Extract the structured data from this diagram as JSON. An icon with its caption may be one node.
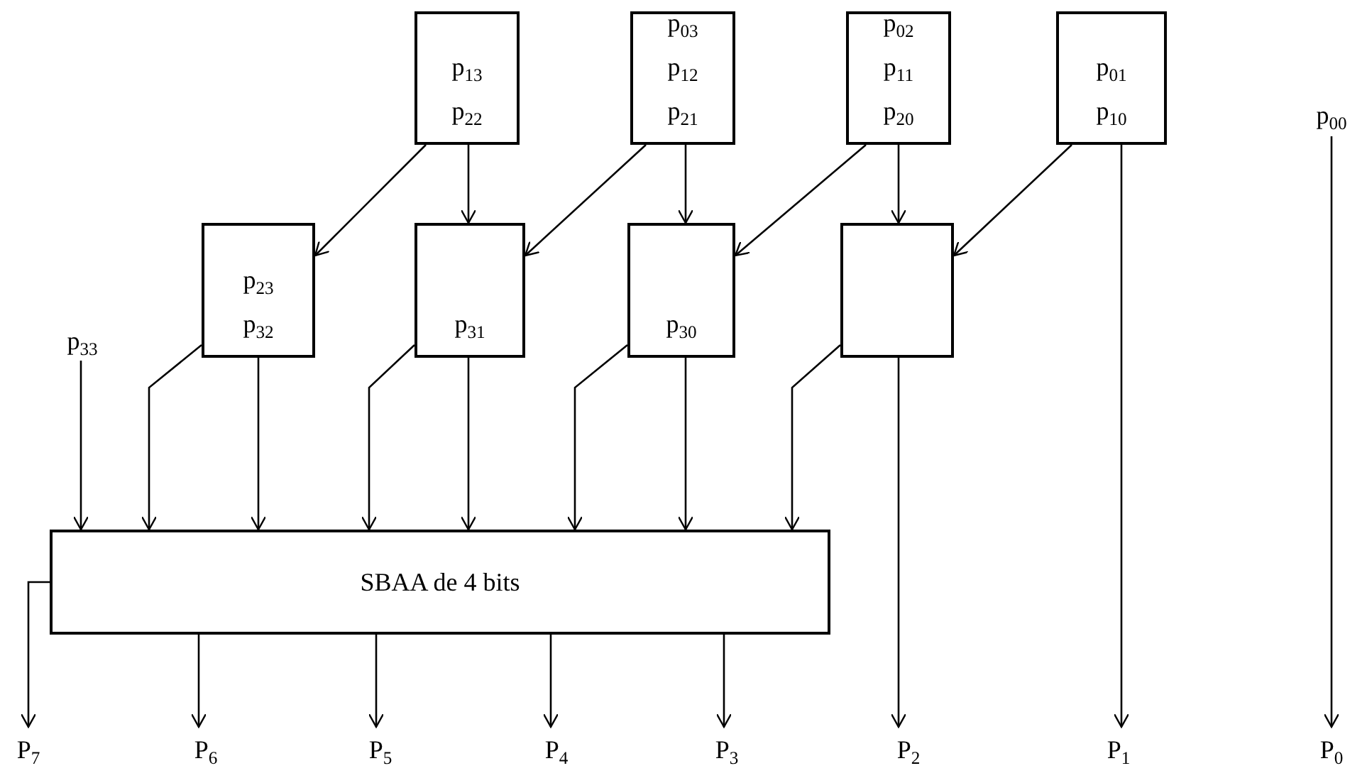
{
  "diagram": {
    "nodes": [
      {
        "text": [
          "p$_{13}$",
          "p$_{22}$"
        ]
      },
      {
        "text": [
          "p$_{03}$",
          "p$_{12}$",
          "p$_{21}$"
        ]
      },
      {
        "text": [
          "p$_{02}$",
          "p$_{11}$",
          "p$_{20}$"
        ]
      },
      {
        "text": [
          "p$_{01}$",
          "p$_{10}$"
        ]
      },
      {
        "text": [
          "p$_{00}$"
        ]
      },
      {
        "text": [
          "p$_{23}$",
          "p$_{32}$"
        ]
      },
      {
        "text": [
          "p$_{31}$"
        ]
      },
      {
        "text": [
          "p$_{30}$"
        ]
      },
      {
        "text": [],
        "shape": "box"
      },
      {
        "text": [
          "p$_{33}$"
        ]
      },
      {
        "text": [
          "SBAA de 4 bits"
        ]
      },
      {
        "text": [
          "P$_{7}$"
        ]
      },
      {
        "text": [
          "P$_{6}$"
        ]
      },
      {
        "text": [
          "P$_{5}$"
        ]
      },
      {
        "text": [
          "P$_{4}$"
        ]
      },
      {
        "text": [
          "P$_{3}$"
        ]
      },
      {
        "text": [
          "P$_{2}$"
        ]
      },
      {
        "text": [
          "P$_{1}$"
        ]
      },
      {
        "text": [
          "P$_{0}$"
        ]
      }
    ],
    "edges": [
      {
        "from": 0,
        "to": 5,
        "arrow": "to"
      },
      {
        "from": 0,
        "to": 6,
        "arrow": "to"
      },
      {
        "from": 1,
        "to": 6,
        "arrow": "to"
      },
      {
        "from": 1,
        "to": 7,
        "arrow": "to"
      },
      {
        "from": 2,
        "to": 7,
        "arrow": "to"
      },
      {
        "from": 2,
        "to": 8,
        "arrow": "to"
      },
      {
        "from": 3,
        "to": 8,
        "arrow": "to"
      },
      {
        "from": 3,
        "to": 17,
        "arrow": "to"
      },
      {
        "from": 4,
        "to": 18,
        "arrow": "to"
      },
      {
        "from": 9,
        "to": 10,
        "arrow": "to"
      },
      {
        "from": 5,
        "to": 10,
        "arrow": "to"
      },
      {
        "from": 5,
        "to": 10,
        "arrow": "to"
      },
      {
        "from": 6,
        "to": 10,
        "arrow": "to"
      },
      {
        "from": 6,
        "to": 10,
        "arrow": "to"
      },
      {
        "from": 7,
        "to": 10,
        "arrow": "to"
      },
      {
        "from": 7,
        "to": 10,
        "arrow": "to"
      },
      {
        "from": 8,
        "to": 10,
        "arrow": "to"
      },
      {
        "from": 8,
        "to": 16,
        "arrow": "to"
      },
      {
        "from": 10,
        "to": 11,
        "arrow": "to"
      },
      {
        "from": 10,
        "to": 12,
        "arrow": "to"
      },
      {
        "from": 10,
        "to": 13,
        "arrow": "to"
      },
      {
        "from": 10,
        "to": 14,
        "arrow": "to"
      },
      {
        "from": 10,
        "to": 15,
        "arrow": "to"
      }
    ]
  }
}
